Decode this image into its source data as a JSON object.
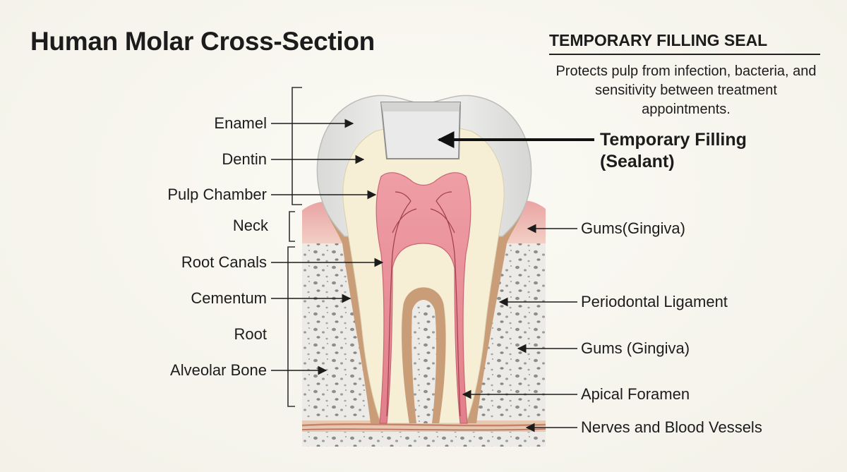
{
  "title": "Human Molar Cross-Section",
  "info_box": {
    "heading": "TEMPORARY FILLING SEAL",
    "body": "Protects pulp from infection, bacteria, and sensitivity between treatment appointments."
  },
  "highlight_label": "Temporary Filling (Sealant)",
  "left_labels": {
    "enamel": "Enamel",
    "dentin": "Dentin",
    "pulp_chamber": "Pulp Chamber",
    "neck": "Neck",
    "root_canals": "Root Canals",
    "cementum": "Cementum",
    "root": "Root",
    "alveolar_bone": "Alveolar Bone"
  },
  "right_labels": {
    "gums_top": "Gums(Gingiva)",
    "periodontal_ligament": "Periodontal Ligament",
    "gums_bottom": "Gums (Gingiva)",
    "apical_foramen": "Apical Foramen",
    "nerves_vessels": "Nerves and Blood Vessels"
  },
  "colors": {
    "enamel": "#e6e7e5",
    "dentin": "#f5efd6",
    "pulp": "#e98f98",
    "gum": "#e8a6a5",
    "bone": "#ecebe7",
    "filling": "#e8e9e8",
    "cementum": "#b78f6d"
  }
}
